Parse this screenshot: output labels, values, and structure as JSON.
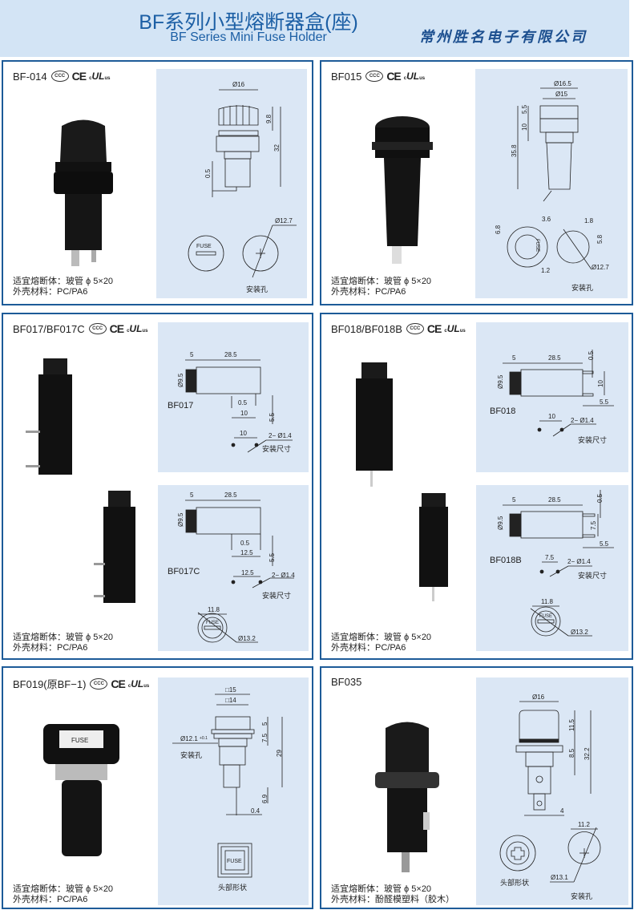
{
  "header": {
    "title_cn": "BF系列小型熔断器盒(座)",
    "title_en": "BF Series Mini Fuse Holder",
    "company": "常州胜名电子有限公司"
  },
  "certs": {
    "ccc": "CCC",
    "ce": "CE",
    "ul": "UL",
    "ul_c": "c",
    "ul_us": "us"
  },
  "colors": {
    "border": "#1d5b98",
    "header_bg": "#d3e4f5",
    "drawing_bg": "#dbe7f5",
    "title": "#1c5fa5"
  },
  "panels": [
    {
      "model": "BF-014",
      "spec1": "适宜熔断体：玻管 ϕ 5×20",
      "spec2": "外壳材料：PC/PA6",
      "dims": {
        "d16": "Ø16",
        "h98": "9.8",
        "h32": "32",
        "t05": "0.5",
        "d127": "Ø12.7",
        "fuse": "FUSE",
        "mount": "安装孔"
      }
    },
    {
      "model": "BF015",
      "spec1": "适宜熔断体：玻管 ϕ 5×20",
      "spec2": "外壳材料：PC/PA6",
      "dims": {
        "d165": "Ø16.5",
        "d15": "Ø15",
        "h55": "5.5",
        "h10": "10",
        "h358": "35.8",
        "w36": "3.6",
        "w18": "1.8",
        "h68": "6.8",
        "h58": "5.8",
        "w12": "1.2",
        "d127": "Ø12.7",
        "fuse": "FUSE",
        "mount": "安装孔"
      }
    },
    {
      "model": "BF017/BF017C",
      "spec1": "适宜熔断体：玻管 ϕ 5×20",
      "spec2": "外壳材料：PC/PA6",
      "a": {
        "label": "BF017",
        "w5": "5",
        "w285": "28.5",
        "d95": "Ø9.5",
        "t05": "0.5",
        "w10": "10",
        "h55": "5.5",
        "p10": "10",
        "holes": "2− Ø1.4",
        "mount": "安装尺寸"
      },
      "b": {
        "label": "BF017C",
        "w5": "5",
        "w285": "28.5",
        "d95": "Ø9.5",
        "t05": "0.5",
        "w125": "12.5",
        "h55": "5.5",
        "p125": "12.5",
        "holes": "2− Ø1.4",
        "mount": "安装尺寸",
        "w118": "11.8",
        "d132": "Ø13.2",
        "fuse": "FUSE"
      }
    },
    {
      "model": "BF018/BF018B",
      "spec1": "适宜熔断体：玻管 ϕ 5×20",
      "spec2": "外壳材料：PC/PA6",
      "a": {
        "label": "BF018",
        "w5": "5",
        "w285": "28.5",
        "t05": "0.5",
        "d95": "Ø9.5",
        "h10": "10",
        "w55": "5.5",
        "p10": "10",
        "holes": "2− Ø1.4",
        "mount": "安装尺寸"
      },
      "b": {
        "label": "BF018B",
        "w5": "5",
        "w285": "28.5",
        "t05": "0.5",
        "d95": "Ø9.5",
        "h75": "7.5",
        "w55": "5.5",
        "p75": "7.5",
        "holes": "2− Ø1.4",
        "mount": "安装尺寸",
        "w118": "11.8",
        "d132": "Ø13.2",
        "fuse": "FUSE"
      }
    },
    {
      "model": "BF019(原BF−1)",
      "spec1": "适宜熔断体：玻管 ϕ 5×20",
      "spec2": "外壳材料：PC/PA6",
      "dims": {
        "s15": "□15",
        "s14": "□14",
        "h5": "5",
        "h75": "7.5",
        "h29": "29",
        "d121": "Ø12.1",
        "tol": "+0.1",
        "mount": "安装孔",
        "h69": "6.9",
        "w04": "0.4",
        "fuse": "FUSE",
        "head": "头部形状"
      }
    },
    {
      "model": "BF035",
      "spec1": "适宜熔断体：玻管 ϕ 5×20",
      "spec2": "外壳材料：酚醛模塑料（胶木）",
      "dims": {
        "d16": "Ø16",
        "h115": "11.5",
        "h85": "8.5",
        "h322": "32.2",
        "w4": "4",
        "head": "头部形状",
        "w112": "11.2",
        "d131": "Ø13.1",
        "mount": "安装孔"
      }
    }
  ]
}
